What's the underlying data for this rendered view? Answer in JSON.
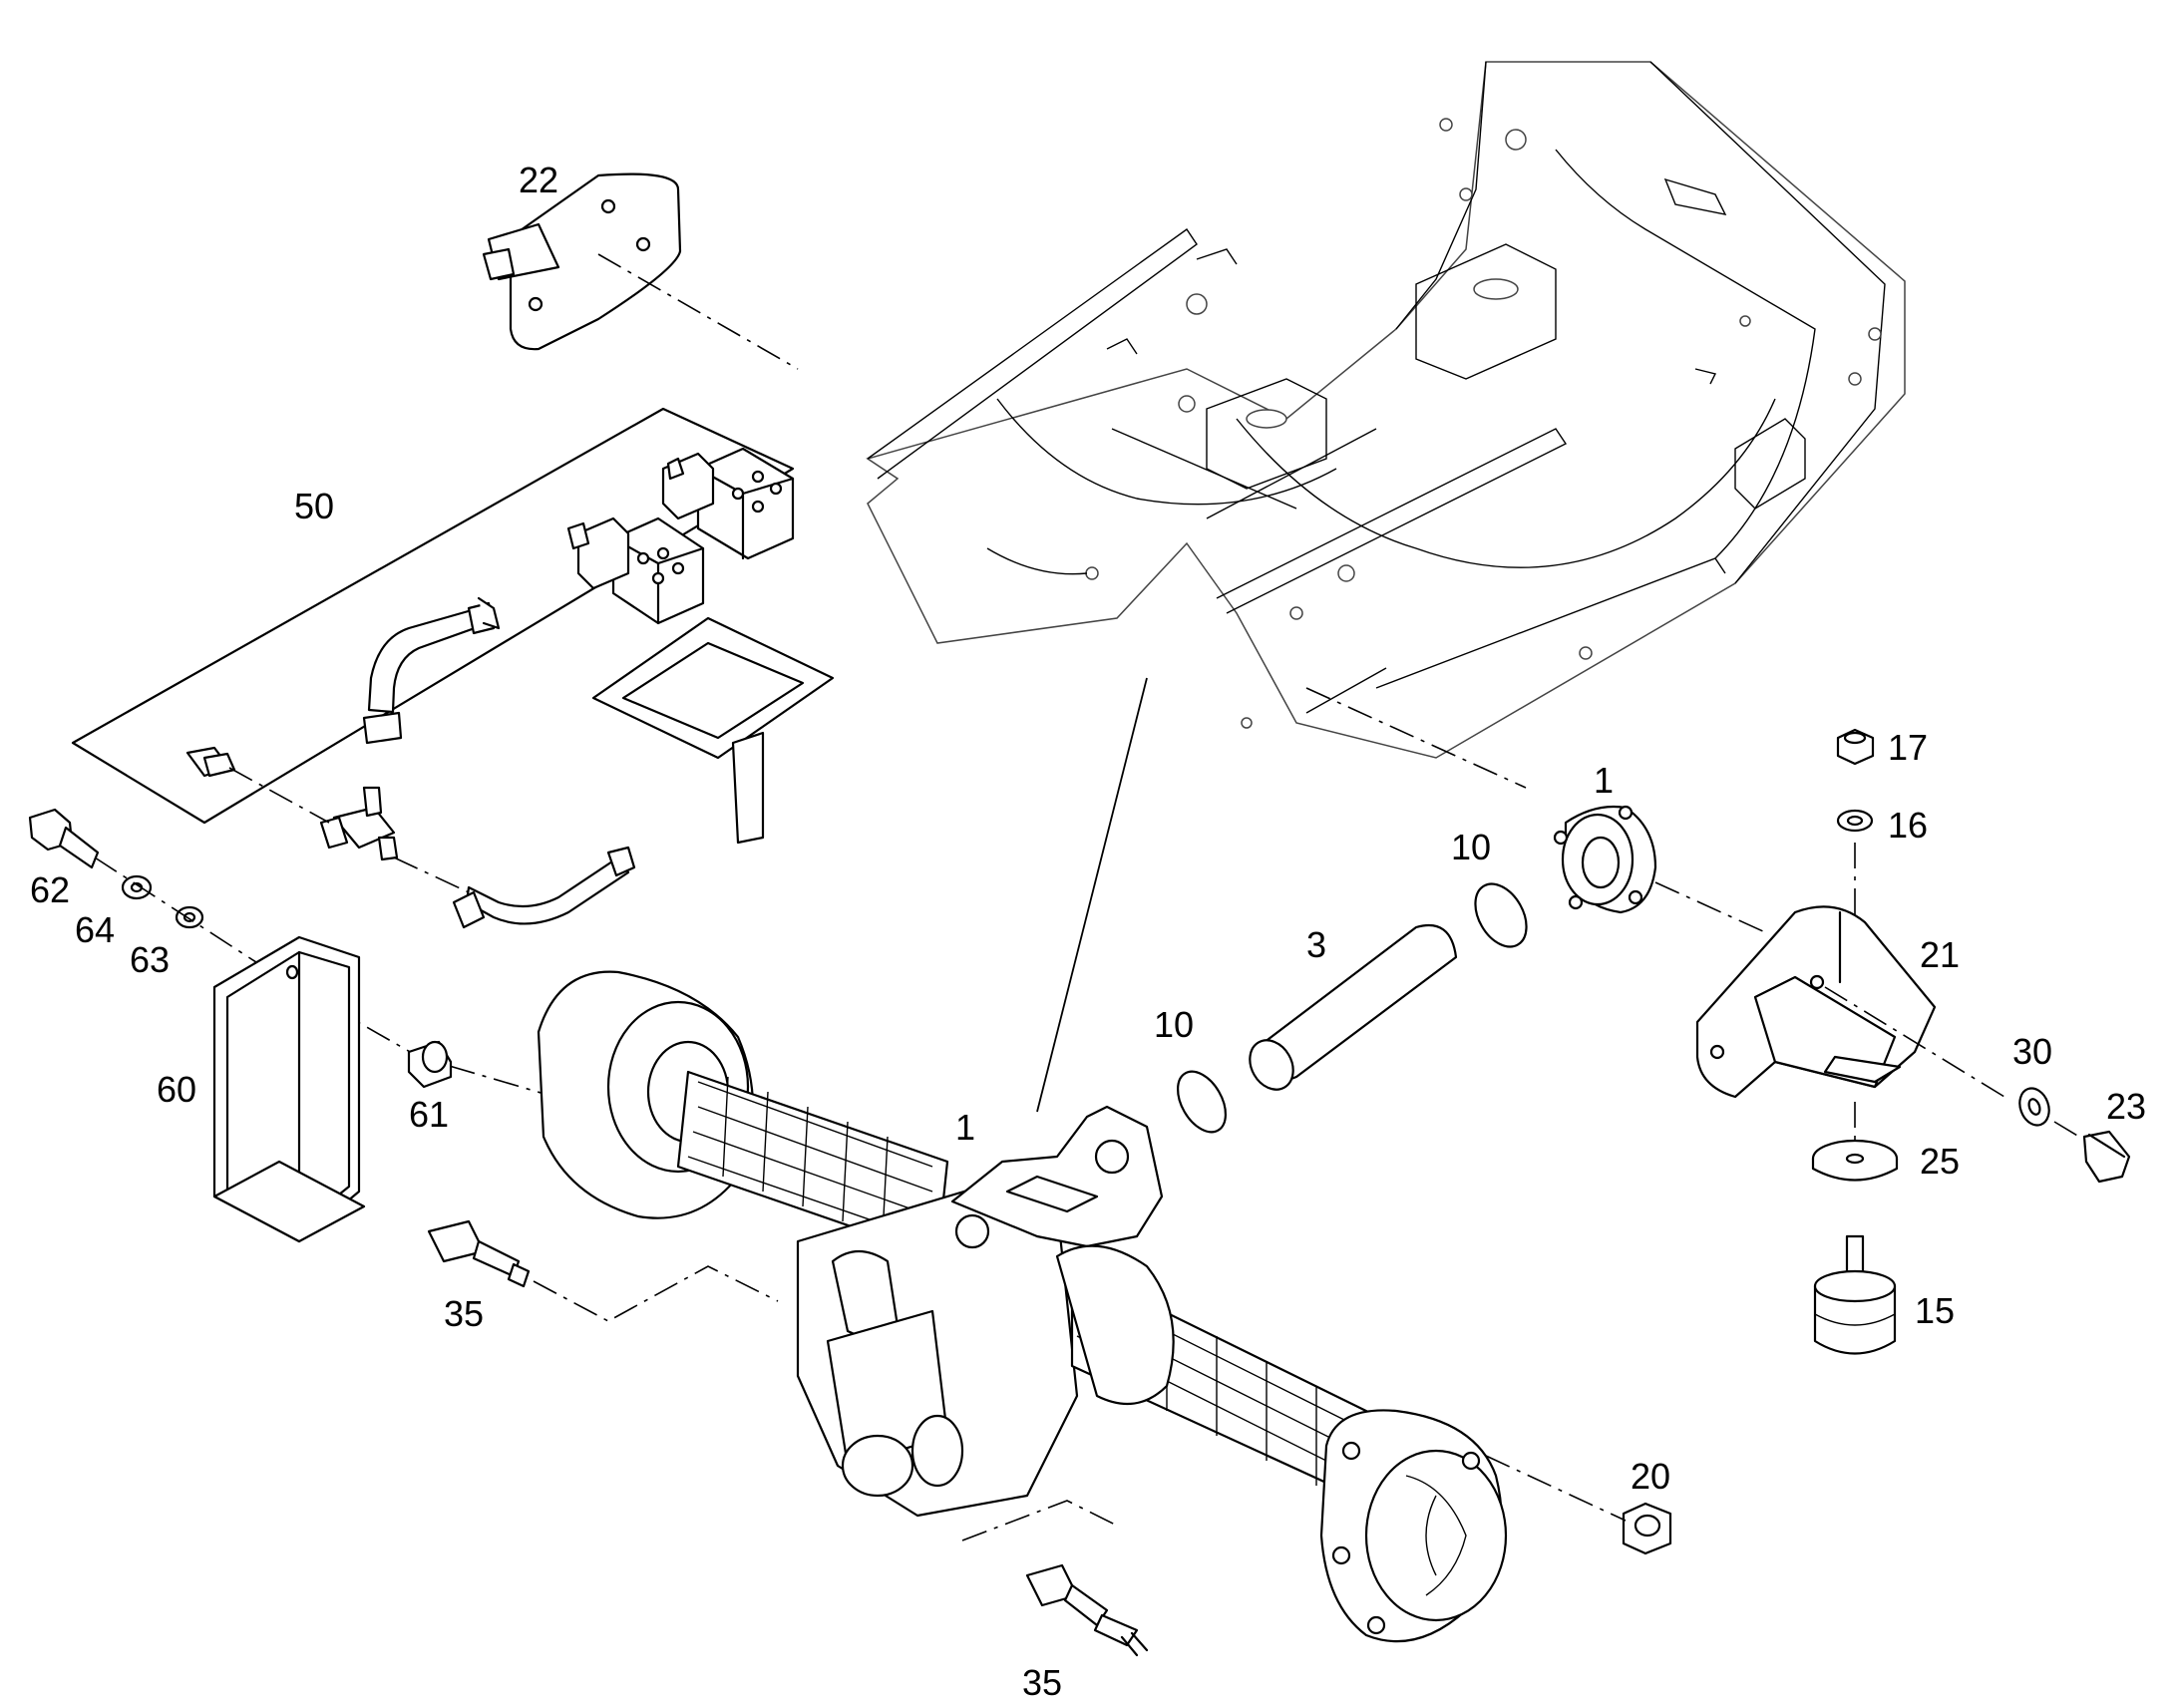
{
  "labels": {
    "p1_axle": "1",
    "p1_hub": "1",
    "p3": "3",
    "p10_upper": "10",
    "p10_lower": "10",
    "p15": "15",
    "p16": "16",
    "p17": "17",
    "p20": "20",
    "p21": "21",
    "p22": "22",
    "p23": "23",
    "p25": "25",
    "p30": "30",
    "p35_left": "35",
    "p35_bottom": "35",
    "p50": "50",
    "p60": "60",
    "p61": "61",
    "p62": "62",
    "p63": "63",
    "p64": "64"
  }
}
